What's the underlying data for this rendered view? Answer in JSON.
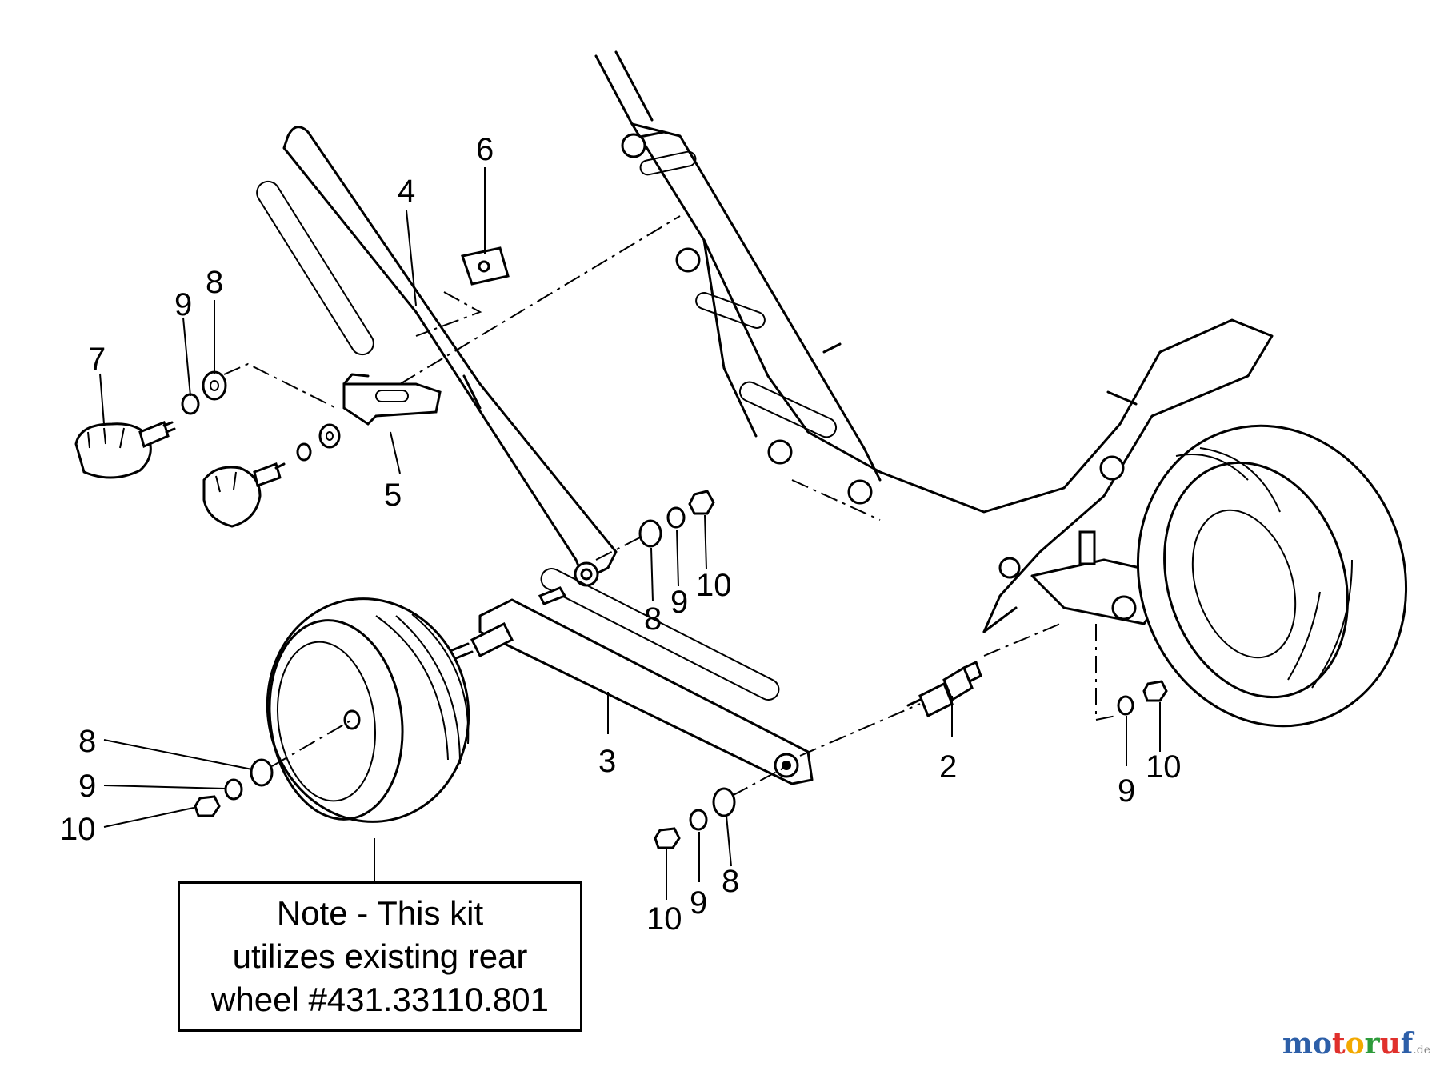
{
  "callouts": {
    "c2": "2",
    "c3": "3",
    "c4": "4",
    "c5": "5",
    "c6": "6",
    "c7": "7",
    "c8_a": "8",
    "c9_a": "9",
    "c8_b": "8",
    "c9_b": "9",
    "c10_b": "10",
    "c8_c": "8",
    "c9_c": "9",
    "c10_c": "10",
    "c9_d": "9",
    "c10_d": "10",
    "c8_e": "8",
    "c9_e": "9",
    "c10_e": "10"
  },
  "note": {
    "line1": "Note - This kit",
    "line2": "utilizes existing rear",
    "line3": "wheel  #431.33110.801"
  },
  "watermark": {
    "brand": "motoruf",
    "domain": ".de",
    "colors": [
      "#2d5fa8",
      "#2d5fa8",
      "#e0302c",
      "#f2a900",
      "#2d9b3a",
      "#e0302c",
      "#2d5fa8"
    ]
  }
}
